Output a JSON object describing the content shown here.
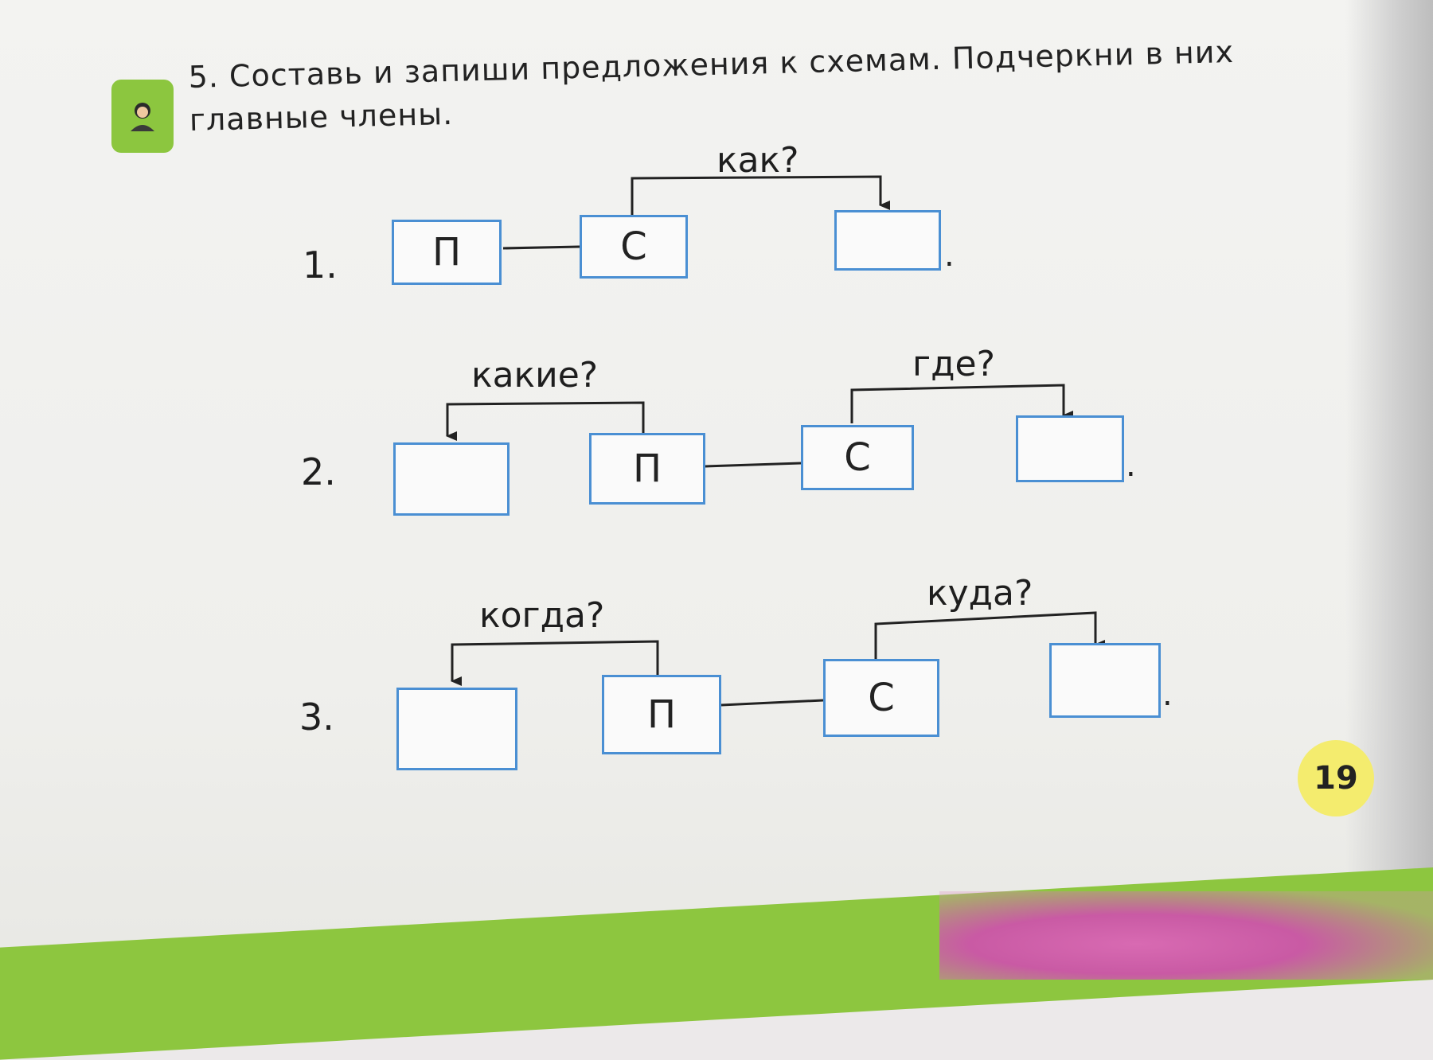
{
  "task": {
    "line1": "5. Составь и запиши предложения к схемам. Подчеркни в них",
    "line2": "главные члены."
  },
  "icon": "student-icon",
  "schemes": [
    {
      "number": "1.",
      "boxes": [
        "П",
        "С",
        ""
      ],
      "questions": [
        "как?"
      ],
      "end": "."
    },
    {
      "number": "2.",
      "boxes": [
        "",
        "П",
        "С",
        ""
      ],
      "questions": [
        "какие?",
        "где?"
      ],
      "end": "."
    },
    {
      "number": "3.",
      "boxes": [
        "",
        "П",
        "С",
        ""
      ],
      "questions": [
        "когда?",
        "куда?"
      ],
      "end": "."
    }
  ],
  "page_number": "19",
  "colors": {
    "box_border": "#4a8fd3",
    "accent_green": "#8dc63f",
    "page_badge": "#f4ec6e"
  }
}
